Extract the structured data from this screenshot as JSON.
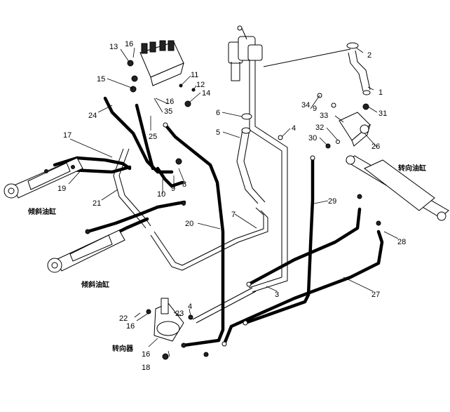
{
  "diagram": {
    "part_numbers": [
      "1",
      "2",
      "3",
      "4",
      "4",
      "5",
      "6",
      "7",
      "8",
      "9",
      "9",
      "10",
      "11",
      "12",
      "13",
      "14",
      "15",
      "16",
      "16",
      "16",
      "16",
      "17",
      "18",
      "19",
      "20",
      "21",
      "22",
      "23",
      "24",
      "25",
      "26",
      "27",
      "28",
      "29",
      "30",
      "31",
      "32",
      "33",
      "34",
      "35"
    ],
    "component_labels": {
      "tilt_cylinder_left_top": "倾斜油缸",
      "tilt_cylinder_left_bottom": "倾斜油缸",
      "steering_cylinder": "转向油缸",
      "steering_unit": "转向器"
    }
  }
}
